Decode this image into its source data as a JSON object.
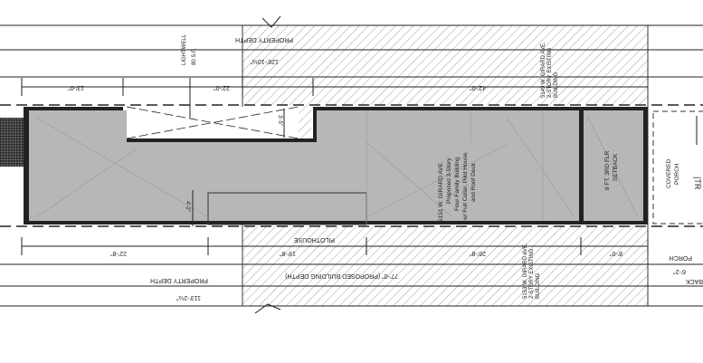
{
  "plan": {
    "lightwell_label": "LIGHTWELL",
    "lightwell_area": "80 S.F.",
    "property_depth_top": "PROPERTY DEPTH",
    "property_depth_top_value": "126'-10½\"",
    "dim_13": "13'-0\"",
    "dim_22": "22'-0\"",
    "dim_42": "42'-0\"",
    "dim_3_5": "3'-5\"",
    "dim_4_2": "4'-2\"",
    "neighbor_top": [
      "5149 W. GIRARD AVE.",
      "2-STORY EXISTING",
      "BUILDING"
    ],
    "building_label": [
      "5151 W. GIRARD AVE.",
      "Proposed 3-Story",
      "Four-Family Building",
      "w/ Full Cellar, Pilot House,",
      "and Roof Deck"
    ],
    "setback_label": [
      "8 FT. 3RD FLR",
      "SETBACK"
    ],
    "covered_porch": [
      "COVERED",
      "PORCH"
    ],
    "pilothouse": "PILOTHOUSE",
    "dim_22_8": "22'-8\"",
    "dim_19_8": "19'-8\"",
    "dim_26_8": "26'-8\"",
    "dim_8_0": "8'-0\"",
    "porch": "PORCH",
    "porch_dim": "6'-2\"",
    "neighbor_bottom": [
      "5153 W. GIRARD AVE.",
      "2-STORY EXISTING",
      "BUILDING"
    ],
    "proposed_depth": "77'-0\" (PROPOSED BUILDING DEPTH)",
    "property_depth_bottom": "PROPERTY DEPTH",
    "property_depth_bottom_value": "113'-2½\"",
    "back_label": "BACK",
    "street_edge": "|TR"
  },
  "colors": {
    "building_fill": "#b7b7b7",
    "hatch": "#8a8a8a",
    "line": "#222222"
  }
}
